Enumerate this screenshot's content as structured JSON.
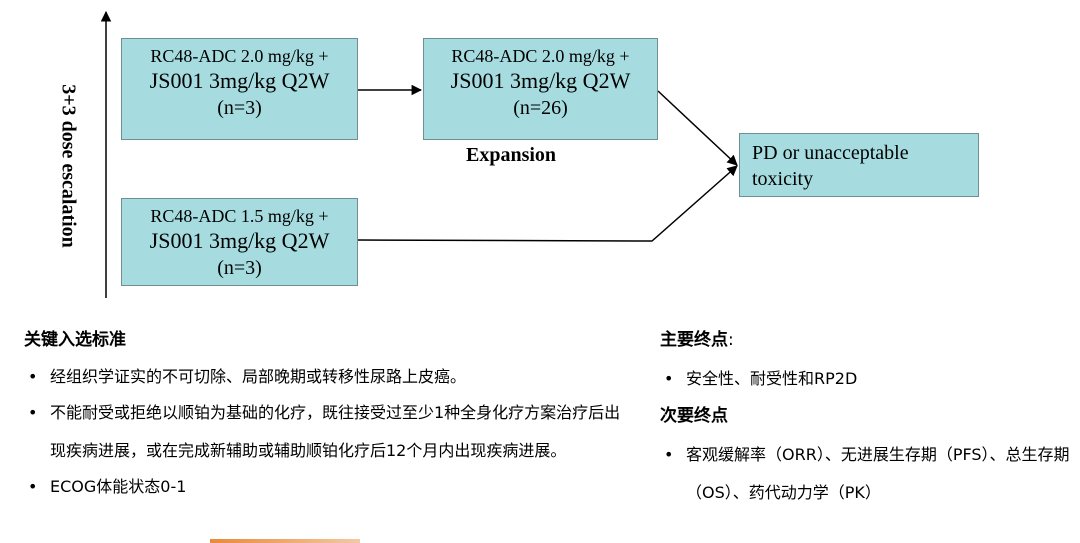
{
  "diagram": {
    "axis_label": "3+3 dose escalation",
    "expansion_label": "Expansion",
    "boxes": {
      "a": {
        "line1": "RC48-ADC 2.0 mg/kg +",
        "line2": "JS001 3mg/kg Q2W",
        "line3": "(n=3)"
      },
      "b": {
        "line1": "RC48-ADC 2.0 mg/kg +",
        "line2": "JS001 3mg/kg Q2W",
        "line3": "(n=26)"
      },
      "c": {
        "line1": "RC48-ADC 1.5 mg/kg +",
        "line2": "JS001 3mg/kg Q2W",
        "line3": "(n=3)"
      },
      "d": {
        "text": "PD or unacceptable toxicity"
      }
    },
    "colors": {
      "box_fill": "#a6dce0",
      "box_border": "#6f8f92"
    }
  },
  "criteria": {
    "heading": "关键入选标准",
    "items": [
      "经组织学证实的不可切除、局部晚期或转移性尿路上皮癌。",
      "不能耐受或拒绝以顺铂为基础的化疗，既往接受过至少1种全身化疗方案治疗后出现疾病进展，或在完成新辅助或辅助顺铂化疗后12个月内出现疾病进展。",
      "ECOG体能状态0-1"
    ]
  },
  "endpoints": {
    "primary_heading": "主要终点",
    "primary_colon": ":",
    "primary_items": [
      "安全性、耐受性和RP2D"
    ],
    "secondary_heading": "次要终点",
    "secondary_items": [
      "客观缓解率（ORR）、无进展生存期（PFS）、总生存期（OS）、药代动力学（PK）"
    ]
  }
}
